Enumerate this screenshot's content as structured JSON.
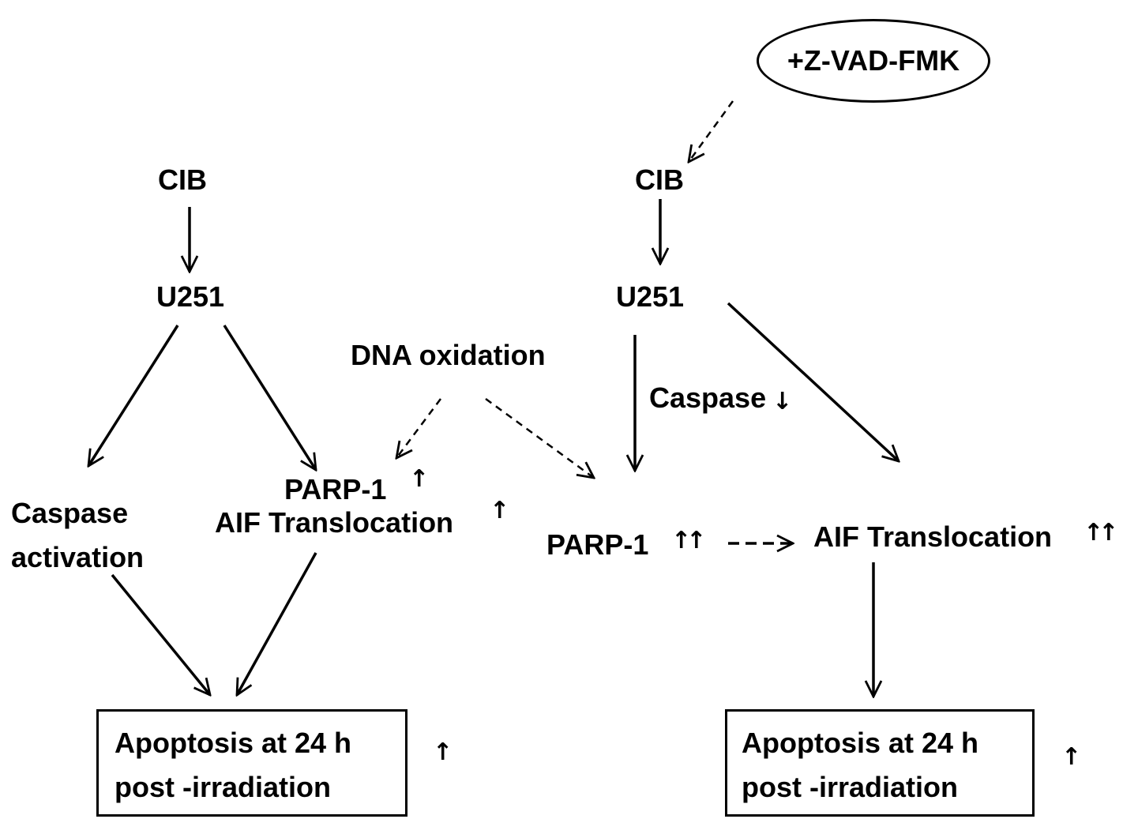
{
  "inhibitor": "+Z-VAD-FMK",
  "left": {
    "cib": "CIB",
    "cell": "U251",
    "caspase_line1": "Caspase",
    "caspase_line2": "activation",
    "parp": "PARP-1",
    "aif": "AIF Translocation",
    "outcome_line1": "Apoptosis at 24 h",
    "outcome_line2": "post -irradiation"
  },
  "center": {
    "dna": "DNA oxidation"
  },
  "right": {
    "cib": "CIB",
    "cell": "U251",
    "caspase": "Caspase",
    "parp": "PARP-1",
    "aif": "AIF Translocation",
    "outcome_line1": "Apoptosis at 24 h",
    "outcome_line2": "post -irradiation"
  },
  "glyphs": {
    "up": "↑",
    "down": "↓",
    "double_up": "↑↑"
  }
}
